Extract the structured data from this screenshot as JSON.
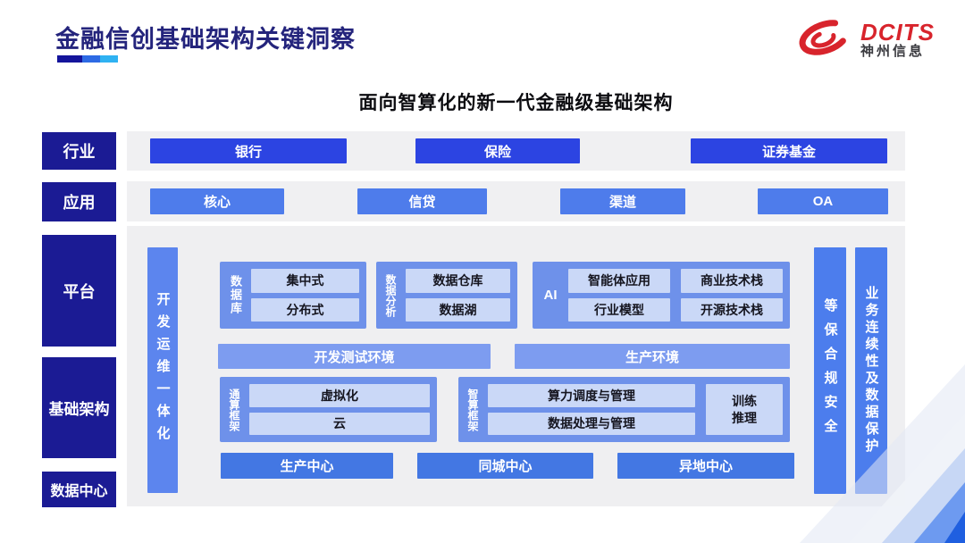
{
  "header": {
    "title": "金融信创基础架构关键洞察",
    "logo": {
      "brand": "DCITS",
      "company": "神州信息"
    }
  },
  "subtitle": "面向智算化的新一代金融级基础架构",
  "layers": {
    "industry": "行业",
    "application": "应用",
    "platform": "平台",
    "infrastructure": "基础架构",
    "datacenter": "数据中心"
  },
  "rows": {
    "industry": {
      "items": [
        "银行",
        "保险",
        "证券基金"
      ]
    },
    "application": {
      "items": [
        "核心",
        "信贷",
        "渠道",
        "OA"
      ]
    }
  },
  "panel": {
    "devops": "开发运维一体化",
    "database": {
      "label": "数据库",
      "items": [
        "集中式",
        "分布式"
      ]
    },
    "analysis": {
      "label": "数据分析",
      "items": [
        "数据仓库",
        "数据湖"
      ]
    },
    "ai": {
      "label": "AI",
      "items": [
        "智能体应用",
        "商业技术栈",
        "行业模型",
        "开源技术栈"
      ]
    },
    "envs": [
      "开发测试环境",
      "生产环境"
    ],
    "general": {
      "label": "通算框架",
      "items": [
        "虚拟化",
        "云"
      ]
    },
    "smart": {
      "label": "智算框架",
      "items": [
        "算力调度与管理",
        "数据处理与管理"
      ],
      "side": [
        "训练",
        "推理"
      ]
    },
    "centers": [
      "生产中心",
      "同城中心",
      "异地中心"
    ],
    "security": "等保合规安全",
    "continuity": "业务连续性及数据保护"
  },
  "colors": {
    "title_navy": "#24247c",
    "label_navy": "#1b1b94",
    "industry_button": "#2c44e2",
    "application_button": "#4e7ceb",
    "section_blue": "#6e91ea",
    "chip_blue": "#cad8f7",
    "pillar_blue": "#5c85ee",
    "env_blue": "#7d9cf0",
    "center_blue": "#4377e3",
    "row_gray": "#f0f0f2",
    "logo_red": "#d8242c",
    "underline": [
      "#14149b",
      "#2d6ae4",
      "#2fb2f2"
    ]
  }
}
